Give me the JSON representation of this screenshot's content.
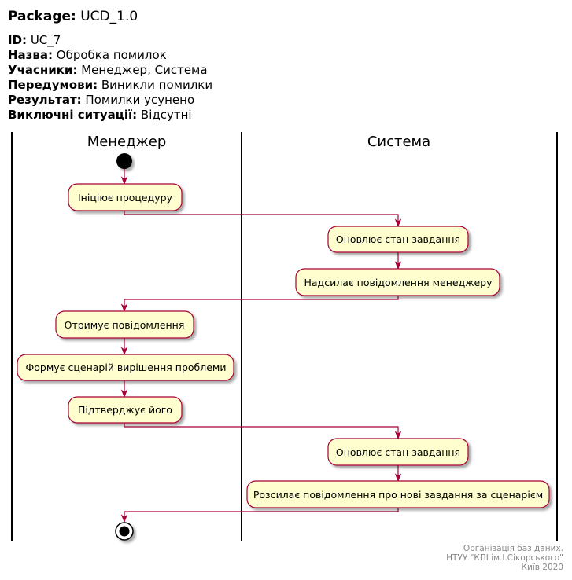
{
  "header": {
    "package_label": "Package:",
    "package_value": "UCD_1.0",
    "id_label": "ID:",
    "id_value": "UC_7",
    "name_label": "Назва:",
    "name_value": "Обробка помилок",
    "participants_label": "Учасники:",
    "participants_value": "Менеджер, Система",
    "preconditions_label": "Передумови:",
    "preconditions_value": "Виникли помилки",
    "result_label": "Результат:",
    "result_value": "Помилки усунено",
    "exceptions_label": "Виключні ситуації:",
    "exceptions_value": "Відсутні"
  },
  "lanes": {
    "manager": "Менеджер",
    "system": "Система"
  },
  "activities": {
    "a1": "Ініціює процедуру",
    "a2": "Оновлює стан завдання",
    "a3": "Надсилає повідомлення менеджеру",
    "a4": "Отримує повідомлення",
    "a5": "Формує сценарій вирішення проблеми",
    "a6": "Підтверджує його",
    "a7": "Оновлює стан завдання",
    "a8": "Розсилає повідомлення про нові завдання за сценарієм"
  },
  "footer": {
    "line1": "Організація баз даних.",
    "line2": "НТУУ \"КПІ ім.І.Сікорського\"",
    "line3": "Київ 2020"
  },
  "colors": {
    "activity_fill": "#FEFECE",
    "activity_border": "#A80036",
    "arrow": "#A80036",
    "shadow": "#C8B3B3"
  }
}
